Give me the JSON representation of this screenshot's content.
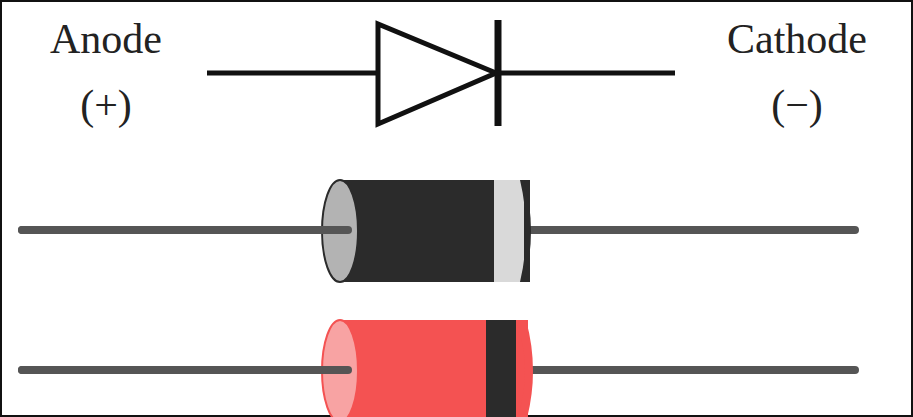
{
  "diagram": {
    "labels": [
      "Anode",
      "(+)",
      "Cathode",
      "(−)"
    ]
  }
}
